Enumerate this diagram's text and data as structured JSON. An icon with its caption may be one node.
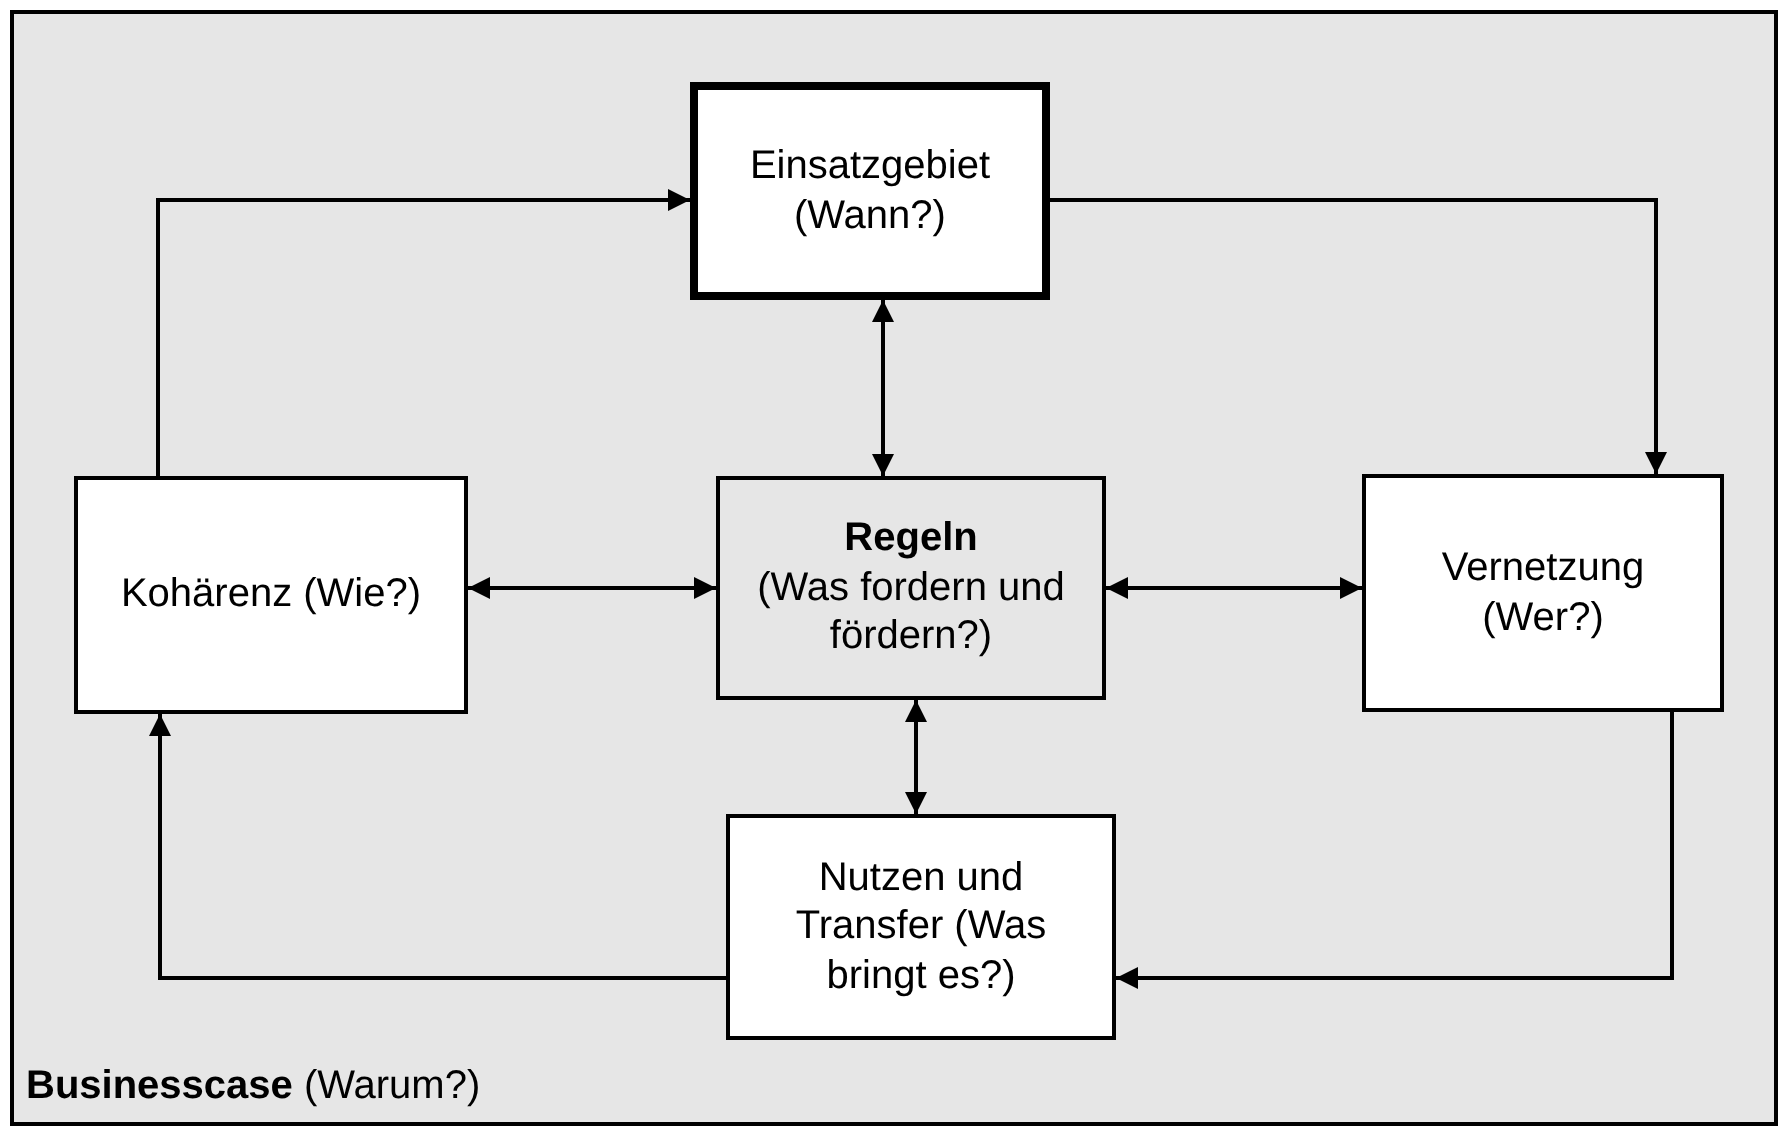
{
  "diagram": {
    "nodes": [
      {
        "text": [
          "**Businesscase** (Warum?)"
        ]
      },
      {
        "text": [
          "Einsatzgebiet (Wann?)"
        ],
        "in": 0
      },
      {
        "text": [
          "Kohärenz (Wie?)"
        ],
        "in": 0
      },
      {
        "text": [
          "Regeln",
          "(Was fordern und fördern?)"
        ],
        "in": 0
      },
      {
        "text": [
          "Vernetzung (Wer?)"
        ],
        "in": 0
      },
      {
        "text": [
          "Nutzen und Transfer (Was bringt es?)"
        ],
        "in": 0
      }
    ],
    "edges": [
      {
        "from": 2,
        "to": 1,
        "arrow": "to"
      },
      {
        "from": 1,
        "to": 4,
        "arrow": "to"
      },
      {
        "from": 4,
        "to": 5,
        "arrow": "to"
      },
      {
        "from": 5,
        "to": 2,
        "arrow": "to"
      },
      {
        "from": 3,
        "to": 1,
        "arrow": "both"
      },
      {
        "from": 2,
        "to": 3,
        "arrow": "both"
      },
      {
        "from": 3,
        "to": 4,
        "arrow": "both"
      },
      {
        "from": 3,
        "to": 5,
        "arrow": "both"
      }
    ]
  }
}
